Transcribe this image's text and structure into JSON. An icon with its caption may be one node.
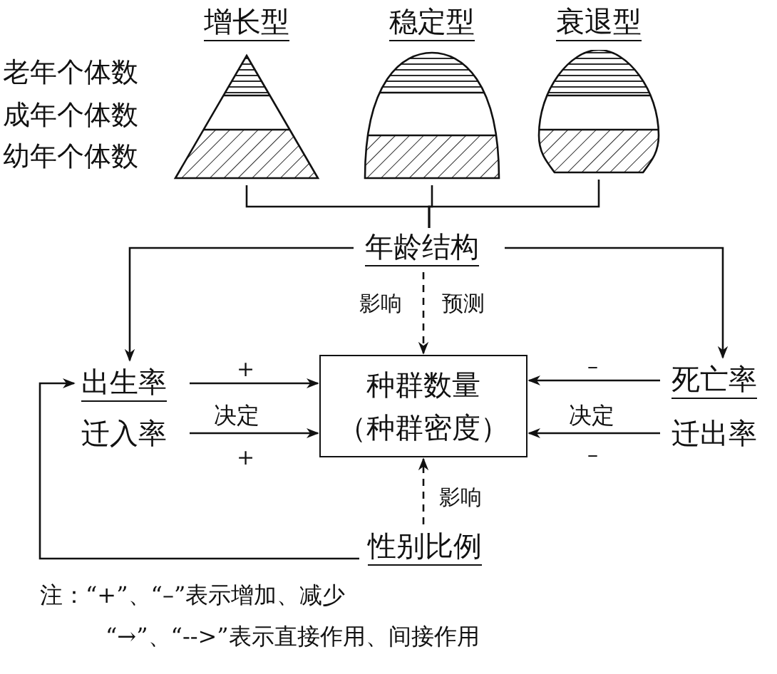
{
  "diagram": {
    "nodes": [
      {
        "text": [
          "增长型"
        ]
      },
      {
        "text": [
          "稳定型"
        ]
      },
      {
        "text": [
          "衰退型"
        ]
      },
      {
        "text": [
          "年龄结构"
        ]
      },
      {
        "text": [
          "出生率"
        ]
      },
      {
        "text": [
          "迁入率"
        ]
      },
      {
        "text": [
          "种群数量（种群密度）"
        ]
      },
      {
        "text": [
          "死亡率"
        ]
      },
      {
        "text": [
          "迁出率"
        ]
      },
      {
        "text": [
          "性别比例"
        ]
      }
    ],
    "edges": [
      {
        "from": 0,
        "to": 3,
        "arrow": "none"
      },
      {
        "from": 1,
        "to": 3,
        "arrow": "none"
      },
      {
        "from": 2,
        "to": 3,
        "arrow": "none"
      },
      {
        "from": 3,
        "to": 4,
        "arrow": "to"
      },
      {
        "from": 3,
        "to": 7,
        "arrow": "to"
      },
      {
        "from": 3,
        "to": 6,
        "arrow": "to",
        "style": "dashed",
        "label": "影响"
      },
      {
        "from": 4,
        "to": 6,
        "arrow": "to",
        "label": "+"
      },
      {
        "from": 5,
        "to": 6,
        "arrow": "to",
        "label": "+"
      },
      {
        "from": 7,
        "to": 6,
        "arrow": "to",
        "label": "–"
      },
      {
        "from": 8,
        "to": 6,
        "arrow": "to",
        "label": "–"
      },
      {
        "from": 9,
        "to": 6,
        "arrow": "to",
        "style": "dashed",
        "label": "影响"
      },
      {
        "from": 9,
        "to": 4,
        "arrow": "to"
      }
    ],
    "labels": [
      "老年个体数",
      "成年个体数",
      "幼年个体数",
      "预测",
      "决定",
      "决定",
      "注：“+”、“–”表示增加、减少",
      "“→”、“-->”表示直接作用、间接作用"
    ]
  }
}
